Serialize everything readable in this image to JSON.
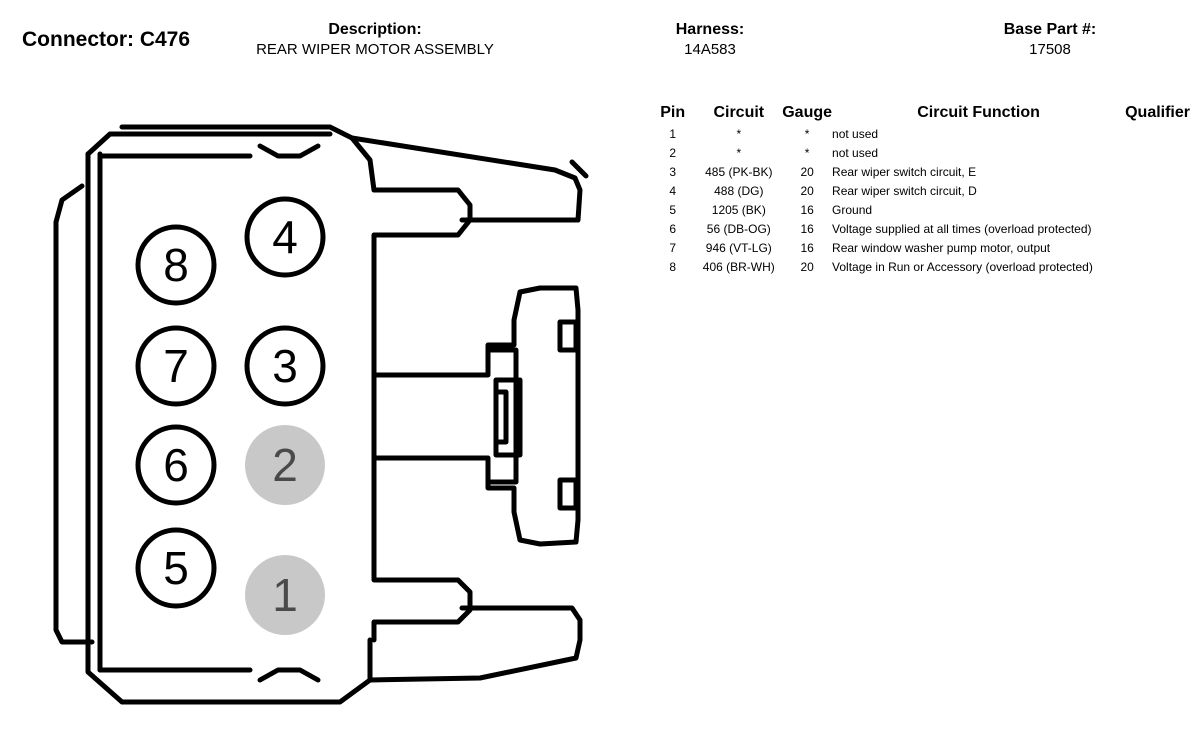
{
  "header": {
    "connector_label": "Connector: C476",
    "description_label": "Description:",
    "description_value": "REAR WIPER MOTOR ASSEMBLY",
    "harness_label": "Harness:",
    "harness_value": "14A583",
    "base_part_label": "Base Part #:",
    "base_part_value": "17508"
  },
  "table": {
    "columns": [
      "Pin",
      "Circuit",
      "Gauge",
      "Circuit Function",
      "Qualifier"
    ],
    "rows": [
      {
        "pin": "1",
        "circuit": "*",
        "gauge": "*",
        "function": "not used",
        "qualifier": ""
      },
      {
        "pin": "2",
        "circuit": "*",
        "gauge": "*",
        "function": "not used",
        "qualifier": ""
      },
      {
        "pin": "3",
        "circuit": "485 (PK-BK)",
        "gauge": "20",
        "function": "Rear wiper switch circuit, E",
        "qualifier": ""
      },
      {
        "pin": "4",
        "circuit": "488 (DG)",
        "gauge": "20",
        "function": "Rear wiper switch circuit, D",
        "qualifier": ""
      },
      {
        "pin": "5",
        "circuit": "1205 (BK)",
        "gauge": "16",
        "function": "Ground",
        "qualifier": ""
      },
      {
        "pin": "6",
        "circuit": "56 (DB-OG)",
        "gauge": "16",
        "function": "Voltage supplied at all times (overload protected)",
        "qualifier": ""
      },
      {
        "pin": "7",
        "circuit": "946 (VT-LG)",
        "gauge": "16",
        "function": "Rear window washer pump motor, output",
        "qualifier": ""
      },
      {
        "pin": "8",
        "circuit": "406 (BR-WH)",
        "gauge": "20",
        "function": "Voltage in Run or Accessory (overload protected)",
        "qualifier": ""
      }
    ]
  },
  "diagram": {
    "pins": [
      {
        "label": "8",
        "used": true
      },
      {
        "label": "4",
        "used": true
      },
      {
        "label": "7",
        "used": true
      },
      {
        "label": "3",
        "used": true
      },
      {
        "label": "6",
        "used": true
      },
      {
        "label": "2",
        "used": false
      },
      {
        "label": "5",
        "used": true
      },
      {
        "label": "1",
        "used": false
      }
    ],
    "colors": {
      "outline": "#000000",
      "unused_fill": "#c8c8c8",
      "unused_text": "#4a4a4a"
    }
  }
}
